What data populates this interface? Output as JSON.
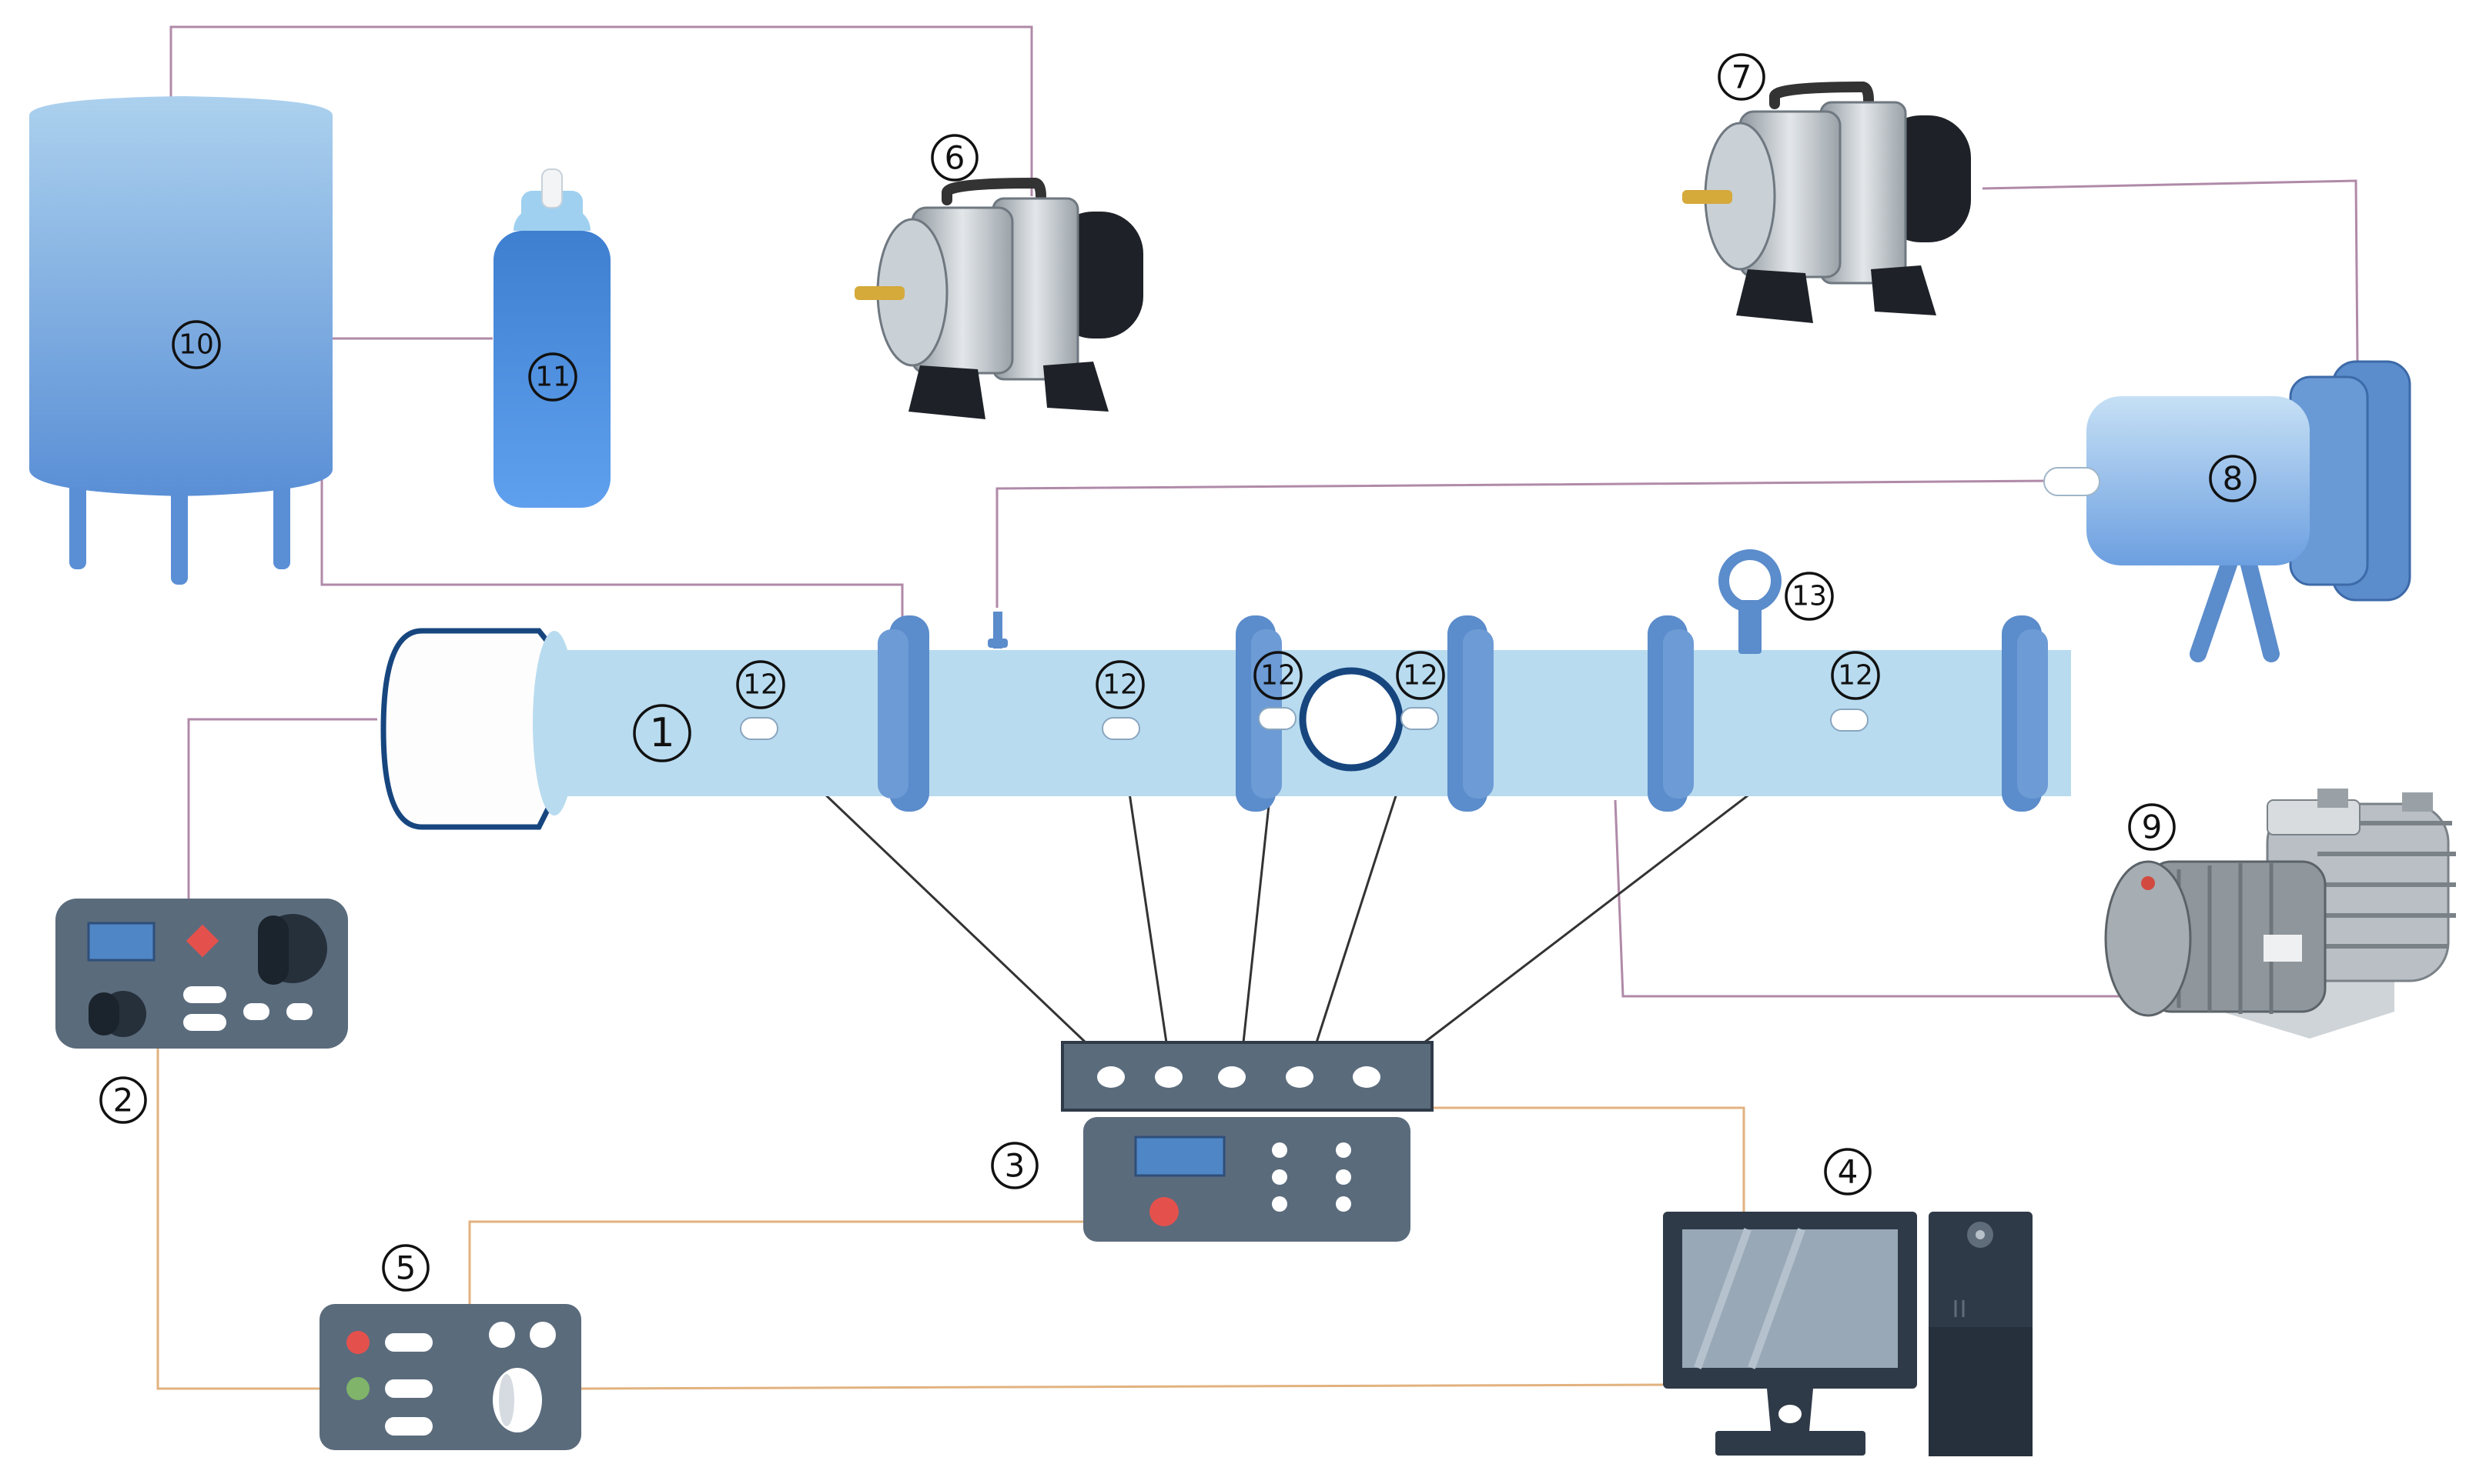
{
  "labels": {
    "n1": "1",
    "n2": "2",
    "n3": "3",
    "n4": "4",
    "n5": "5",
    "n6": "6",
    "n7": "7",
    "n8": "8",
    "n9": "9",
    "n10": "10",
    "n11": "11",
    "n12": "12",
    "n13": "13"
  },
  "colors": {
    "tube": "#b8dbef",
    "flange": "#5b8ccb",
    "panel": "#5a6b7c",
    "display": "#4f86c6",
    "tank_top": "#a7cdec",
    "tank_bottom": "#5f93d6",
    "wire_purple": "#b08aa8",
    "wire_orange": "#e2b27f",
    "wire_black": "#333333",
    "red_button": "#e4514d",
    "green_led": "#7fb46a",
    "monitor_frame": "#2f3a48",
    "screen": "#98a8b6"
  },
  "icons": [
    "tank-icon",
    "bottle-icon",
    "air-pump-icon",
    "camera-icon",
    "vacuum-pump-icon",
    "controller-icon",
    "daq-icon",
    "computer-icon"
  ]
}
